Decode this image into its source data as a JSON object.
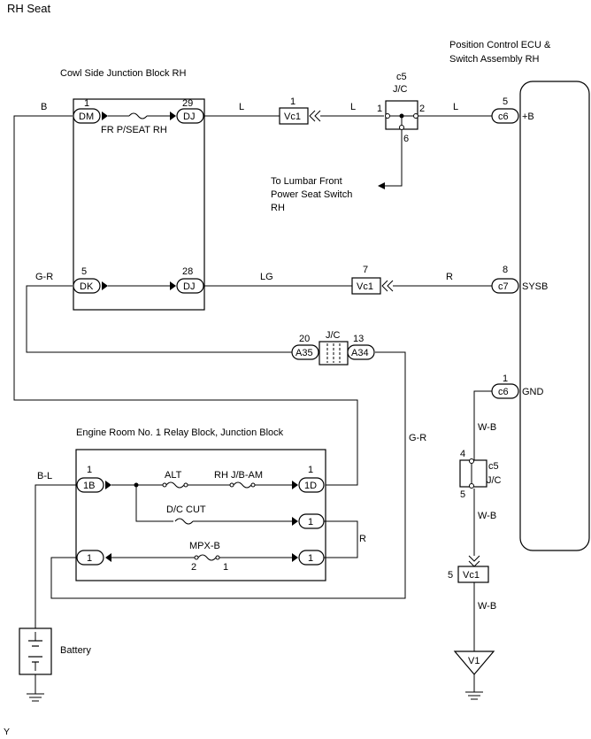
{
  "title": "RH Seat",
  "footer_mark": "Y",
  "blocks": {
    "cowl": "Cowl Side Junction Block RH",
    "ecu_line1": "Position Control ECU &",
    "ecu_line2": "Switch Assembly RH",
    "engine": "Engine Room No. 1 Relay Block, Junction Block",
    "battery": "Battery"
  },
  "connectors": {
    "dm": "DM",
    "dj": "DJ",
    "dk": "DK",
    "vc1": "Vc1",
    "c6": "c6",
    "c7": "c7",
    "a35": "A35",
    "a34": "A34",
    "b1": "1B",
    "d1": "1D",
    "one": "1",
    "v1": "V1"
  },
  "pins": {
    "p1": "1",
    "p29": "29",
    "p5": "5",
    "p28": "28",
    "p7": "7",
    "p8": "8",
    "p20": "20",
    "p13": "13",
    "p2": "2",
    "p6": "6",
    "p4": "4"
  },
  "jc": {
    "c5": "c5",
    "jc": "J/C"
  },
  "wires": {
    "b": "B",
    "l": "L",
    "gr": "G-R",
    "lg": "LG",
    "r": "R",
    "wb": "W-B",
    "bl": "B-L"
  },
  "fuses": {
    "fr_seat": "FR P/SEAT RH",
    "alt": "ALT",
    "rhjb": "RH J/B-AM",
    "dccut": "D/C CUT",
    "mpxb": "MPX-B"
  },
  "terminals": {
    "plus_b": "+B",
    "sysb": "SYSB",
    "gnd": "GND"
  },
  "lumbar": {
    "l1": "To Lumbar Front",
    "l2": "Power Seat Switch",
    "l3": "RH"
  }
}
